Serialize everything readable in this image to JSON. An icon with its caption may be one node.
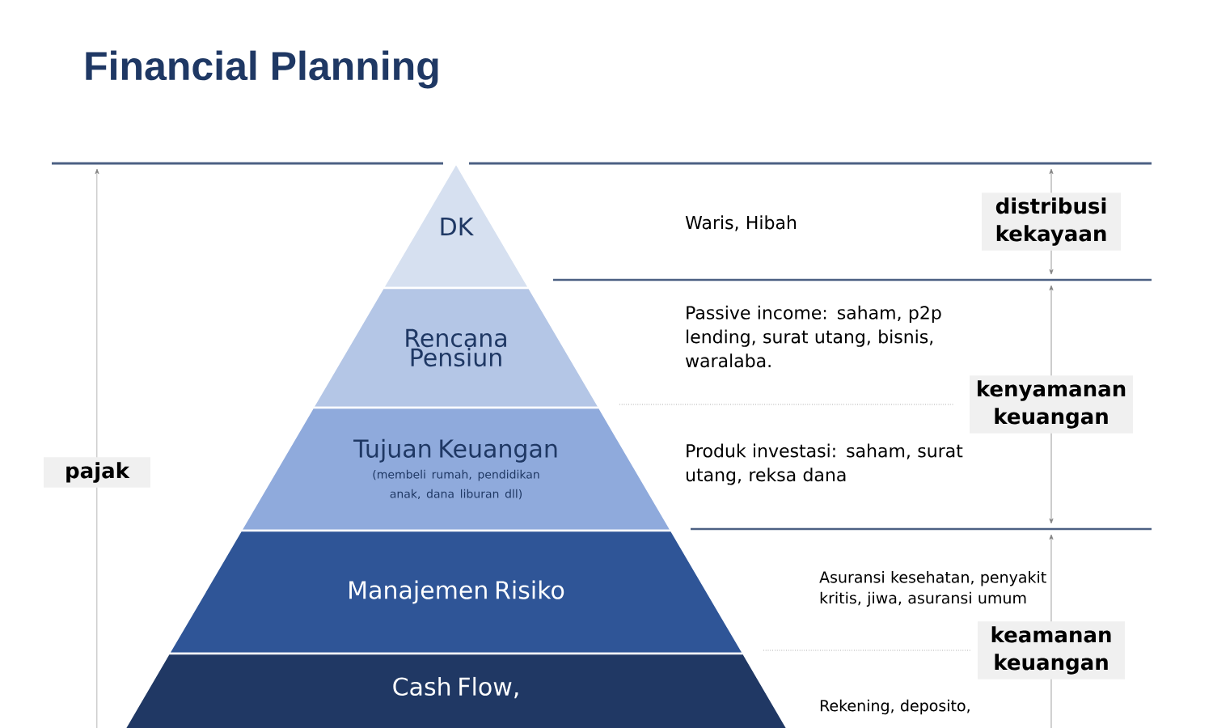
{
  "diagram": {
    "title": "Financial Planning",
    "nodes": [
      {
        "text": [
          "DK"
        ]
      },
      {
        "text": [
          "Rencana Pensiun"
        ]
      },
      {
        "text": [
          "Tujuan Keuangan",
          "(membeli rumah, pendidikan anak, dana liburan dll)"
        ]
      },
      {
        "text": [
          "Manajemen Risiko"
        ]
      },
      {
        "text": [
          "Cash Flow,"
        ]
      },
      {
        "text": [
          "pajak"
        ]
      },
      {
        "text": [
          "distribusi kekayaan"
        ]
      },
      {
        "text": [
          "kenyamanan keuangan"
        ]
      },
      {
        "text": [
          "keamanan keuangan"
        ]
      }
    ],
    "edges": [],
    "labels": [
      "Waris, Hibah",
      "Passive income: saham, p2p lending, surat utang, bisnis, waralaba.",
      "Produk investasi: saham, surat utang, reksa dana",
      "Asuransi kesehatan, penyakit kritis, jiwa, asuransi umum",
      "Rekening, deposito,"
    ]
  }
}
